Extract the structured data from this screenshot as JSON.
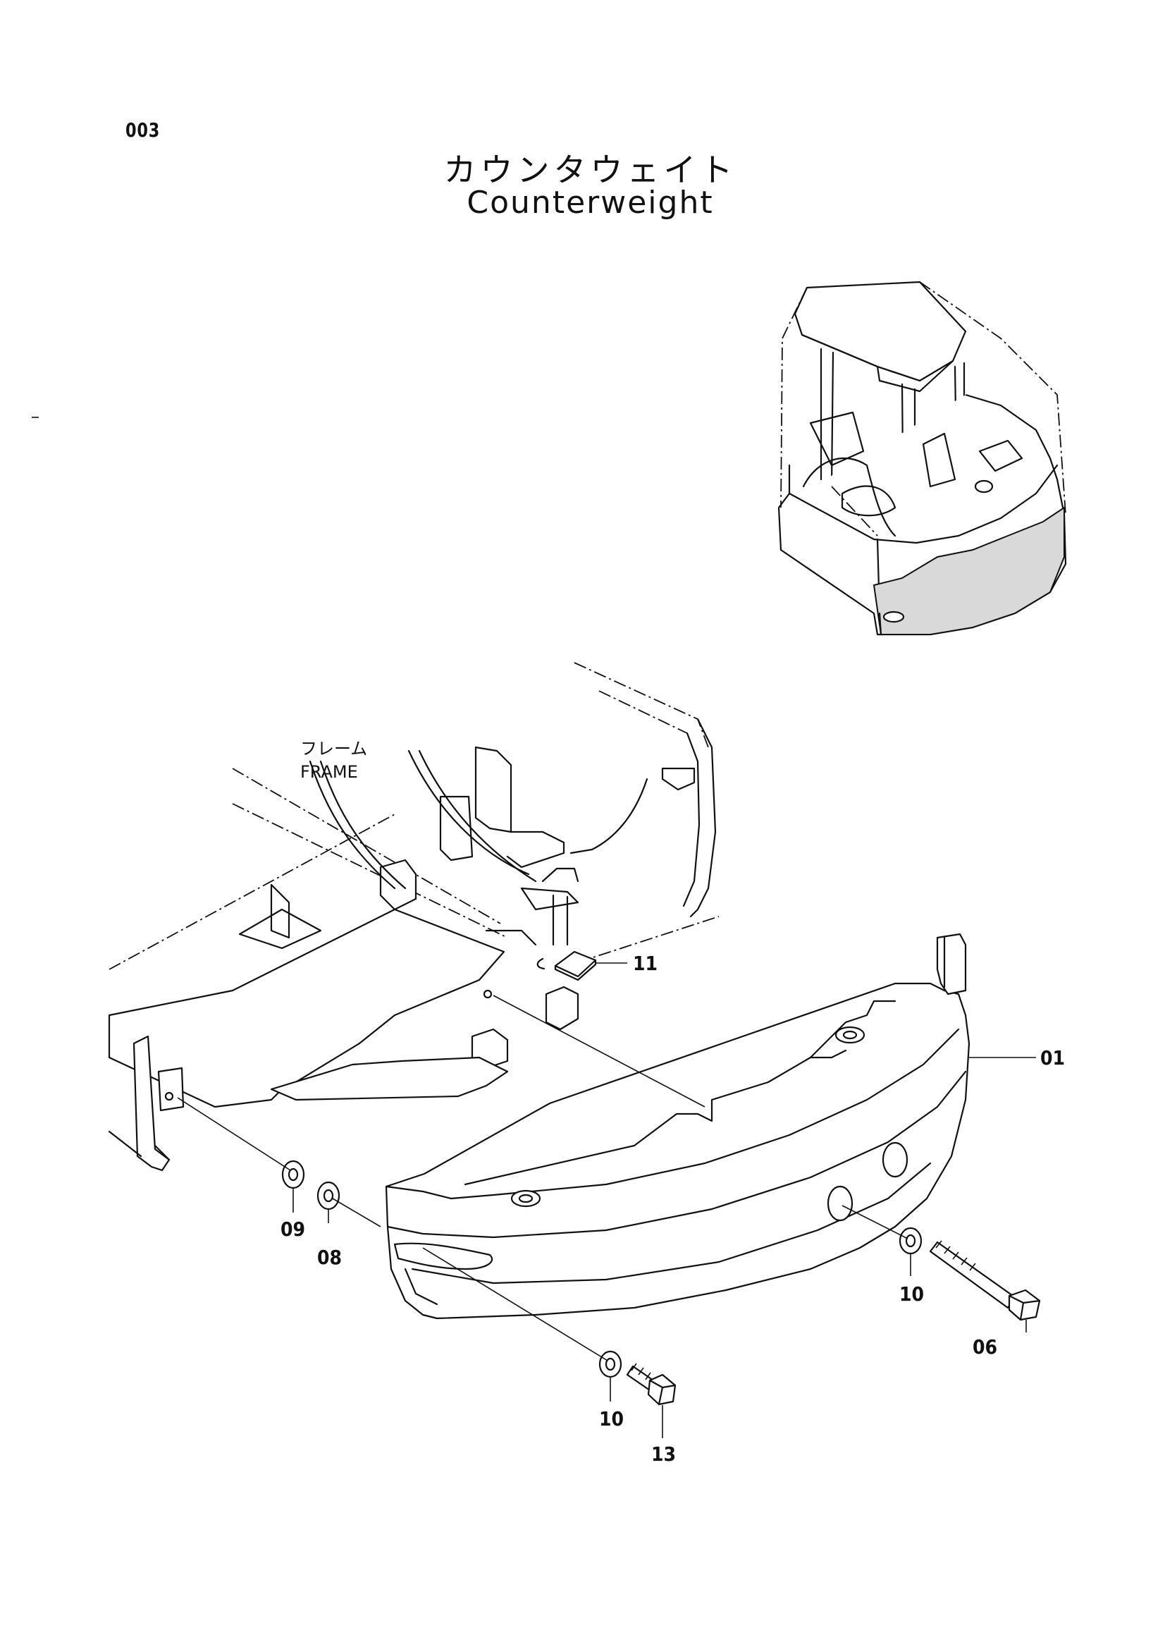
{
  "page_number": "003",
  "title_jp": "カウンタウェイト",
  "title_en": "Counterweight",
  "frame_label": {
    "jp": "フレーム",
    "en": "FRAME"
  },
  "callouts": {
    "c01": "01",
    "c06": "06",
    "c08": "08",
    "c09": "09",
    "c10a": "10",
    "c10b": "10",
    "c11": "11",
    "c13": "13"
  }
}
